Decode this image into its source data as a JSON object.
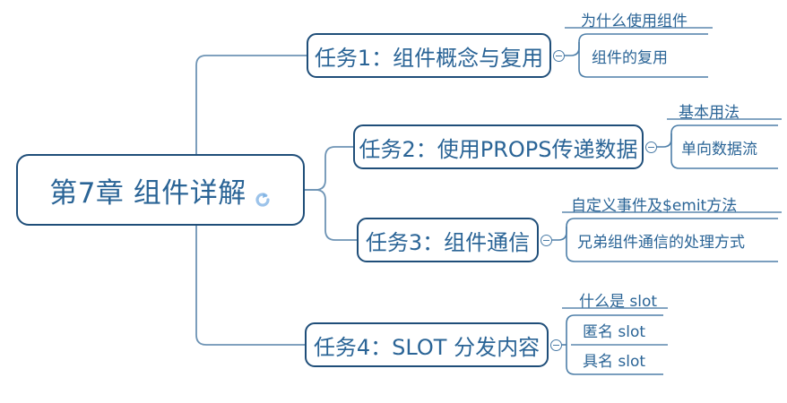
{
  "root": {
    "label": "第7章 组件详解",
    "icon": "refresh-loop-icon"
  },
  "colors": {
    "node_border": "#1F4E79",
    "text": "#2A6496",
    "connector": "#1F4E79",
    "connector_light": "#6E94B5",
    "underline": "#5B87AE",
    "background": "#FFFFFF",
    "icon": "#9CC3EA"
  },
  "branches": [
    {
      "id": "task1",
      "label": "任务1：组件概念与复用",
      "toggle": "collapse-toggle",
      "children": [
        {
          "label": "为什么使用组件"
        },
        {
          "label": "组件的复用"
        }
      ]
    },
    {
      "id": "task2",
      "label": "任务2：使用PROPS传递数据",
      "toggle": "collapse-toggle",
      "children": [
        {
          "label": "基本用法"
        },
        {
          "label": "单向数据流"
        }
      ]
    },
    {
      "id": "task3",
      "label": "任务3：组件通信",
      "toggle": "collapse-toggle",
      "children": [
        {
          "label": "自定义事件及$emit方法"
        },
        {
          "label": "兄弟组件通信的处理方式"
        }
      ]
    },
    {
      "id": "task4",
      "label": "任务4：SLOT 分发内容",
      "toggle": "collapse-toggle",
      "children": [
        {
          "label": "什么是 slot"
        },
        {
          "label": "匿名 slot"
        },
        {
          "label": "具名 slot"
        }
      ]
    }
  ]
}
